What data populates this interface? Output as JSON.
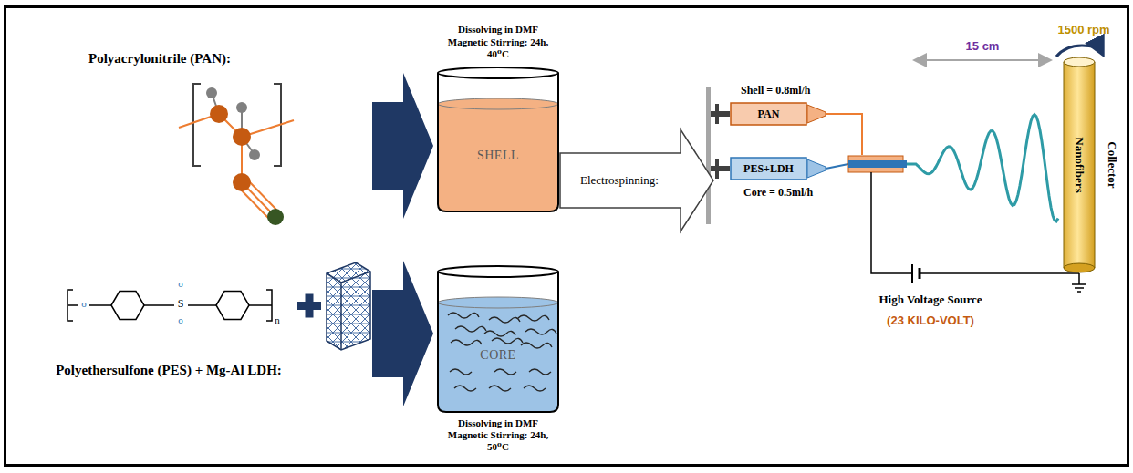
{
  "diagram": {
    "nodes": [
      {
        "text": [
          "Dissolving in DMF Magnetic Stirring: 24h, 40⁰C",
          "SHELL"
        ]
      },
      {
        "text": [
          "CORE",
          "Dissolving in DMF Magnetic Stirring: 24h, 50⁰C"
        ]
      },
      {
        "text": [
          "Electrospinning:"
        ]
      },
      {
        "text": [
          "PAN"
        ]
      },
      {
        "text": [
          "PES+LDH"
        ]
      },
      {
        "text": [
          "Nanofibers"
        ]
      }
    ],
    "labels": [
      "Polyacrylonitrile (PAN):",
      "o",
      "o",
      "S",
      "o",
      "n",
      "Polyethersulfone (PES) + Mg-Al LDH:",
      "Shell = 0.8ml/h",
      "Core = 0.5ml/h",
      "15 cm",
      "1500 rpm",
      "Collector",
      "High Voltage Source",
      "(23 KILO-VOLT)"
    ]
  }
}
